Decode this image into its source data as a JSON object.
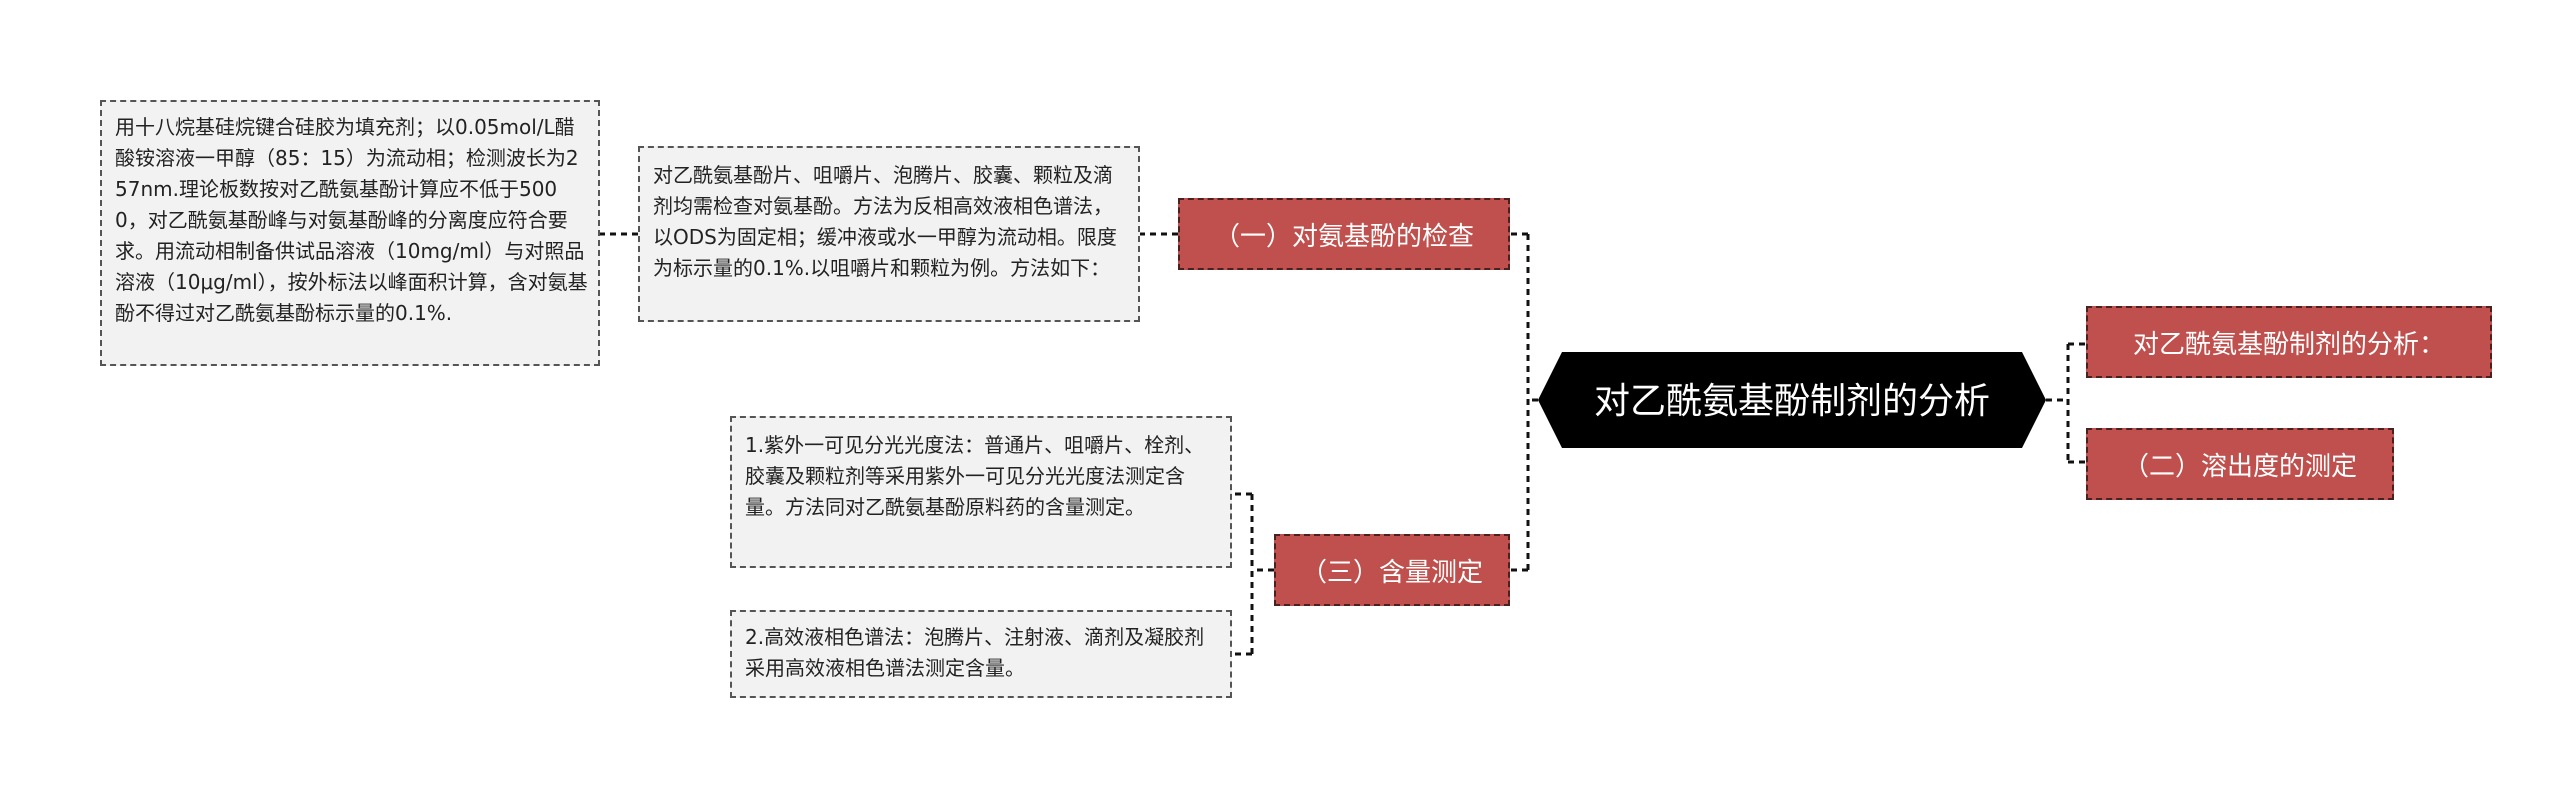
{
  "root": {
    "title": "对乙酰氨基酚制剂的分析"
  },
  "right_branches": [
    {
      "label": "对乙酰氨基酚制剂的分析："
    },
    {
      "label": "（二）溶出度的测定"
    }
  ],
  "left_branches": [
    {
      "label": "（一）对氨基酚的检查",
      "children": [
        {
          "text": "对乙酰氨基酚片、咀嚼片、泡腾片、胶囊、颗粒及滴剂均需检查对氨基酚。方法为反相高效液相色谱法，以ODS为固定相；缓冲液或水一甲醇为流动相。限度为标示量的0.1%.以咀嚼片和颗粒为例。方法如下：",
          "children": [
            {
              "text": "用十八烷基硅烷键合硅胶为填充剂；以0.05mol/L醋酸铵溶液一甲醇（85：15）为流动相；检测波长为257nm.理论板数按对乙酰氨基酚计算应不低于5000，对乙酰氨基酚峰与对氨基酚峰的分离度应符合要求。用流动相制备供试品溶液（10mg/ml）与对照品溶液（10μg/ml），按外标法以峰面积计算，含对氨基酚不得过对乙酰氨基酚标示量的0.1%."
            }
          ]
        }
      ]
    },
    {
      "label": "（三）含量测定",
      "children": [
        {
          "text": "1.紫外一可见分光光度法：普通片、咀嚼片、栓剂、胶囊及颗粒剂等采用紫外一可见分光光度法测定含量。方法同对乙酰氨基酚原料药的含量测定。"
        },
        {
          "text": "2.高效液相色谱法：泡腾片、注射液、滴剂及凝胶剂采用高效液相色谱法测定含量。"
        }
      ]
    }
  ]
}
